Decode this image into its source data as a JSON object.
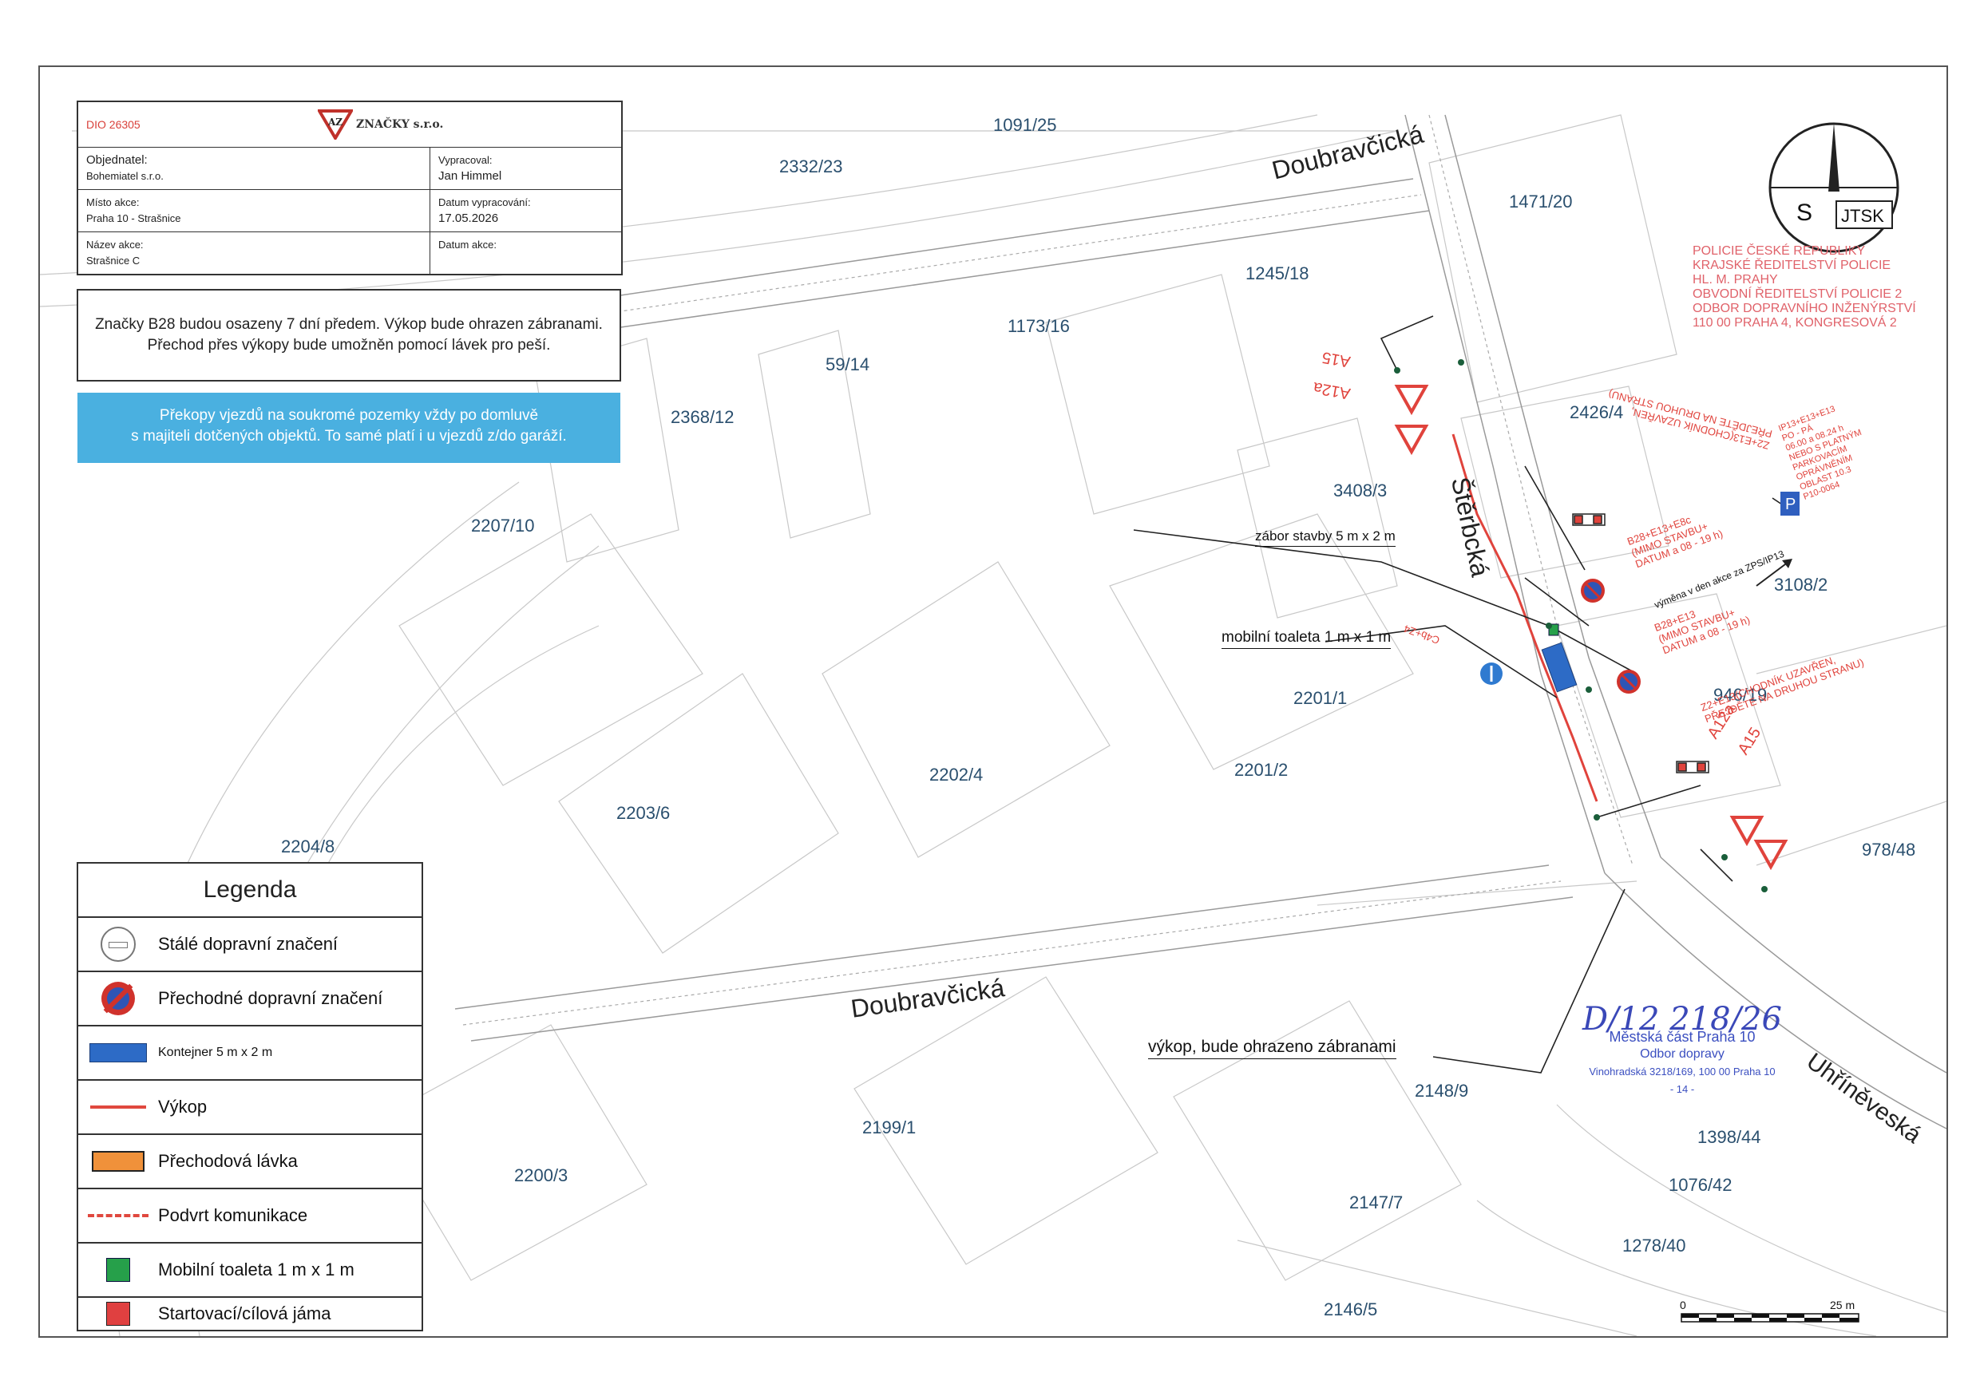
{
  "header": {
    "title": "DIO 26305",
    "logo_text": "ZNAČKY s.r.o.",
    "logo_mark": "AZ",
    "fields": [
      {
        "label": "Objednatel:",
        "value": "Bohemiatel s.r.o.",
        "label2": "Vypracoval:",
        "value2": "Jan Himmel"
      },
      {
        "label": "Místo akce:",
        "value": "Praha 10 - Strašnice",
        "label2": "Datum vypracování:",
        "value2": "17.05.2026"
      },
      {
        "label": "Název akce:",
        "value": "Strašnice C",
        "label2": "Datum akce:",
        "value2": ""
      }
    ]
  },
  "note": {
    "line1": "Značky B28 budou osazeny 7 dní předem. Výkop bude ohrazen zábranami.",
    "line2": "Přechod přes výkopy bude umožněn pomocí lávek pro peší."
  },
  "banner": {
    "line1": "Překopy vjezdů na soukromé pozemky vždy po domluvě",
    "line2": "s majiteli dotčených objektů. To samé platí i u vjezdů  z/do garáží."
  },
  "legend": {
    "title": "Legenda",
    "items": [
      {
        "label": "Stálé dopravní značení",
        "symbol": "permanent-sign-icon"
      },
      {
        "label": "Přechodné dopravní značení",
        "symbol": "temporary-sign-icon"
      },
      {
        "label": "Kontejner 5 m x 2 m",
        "symbol": "container-icon"
      },
      {
        "label": "Výkop",
        "symbol": "excavation-line-icon"
      },
      {
        "label": "Přechodová lávka",
        "symbol": "footbridge-icon"
      },
      {
        "label": "Podvrt komunikace",
        "symbol": "underdrill-line-icon"
      },
      {
        "label": "Mobilní toaleta 1 m x 1 m",
        "symbol": "toilet-icon"
      },
      {
        "label": "Startovací/cílová jáma",
        "symbol": "start-pit-icon"
      }
    ]
  },
  "compass": {
    "letter": "S",
    "system": "JTSK"
  },
  "streets": [
    "Doubravčická",
    "Doubravčická",
    "Štěrbcká",
    "Uhříněveská"
  ],
  "parcels": [
    "1091/25",
    "2332/23",
    "1471/20",
    "1245/18",
    "1173/16",
    "59/14",
    "2368/12",
    "2426/4",
    "3408/3",
    "2207/10",
    "3108/2",
    "946/19",
    "2201/1",
    "2201/2",
    "2202/4",
    "2203/6",
    "2204/8",
    "978/48",
    "2148/9",
    "2199/1",
    "2200/3",
    "2147/7",
    "1398/44",
    "1076/42",
    "1278/40",
    "2146/5"
  ],
  "callouts": {
    "zabor": "zábor stavby 5 m x 2 m",
    "toaleta": "mobilní toaleta 1 m x 1 m",
    "vykop": "výkop, bude ohrazeno zábranami"
  },
  "red_labels": {
    "a15_top": "A15",
    "a12a_top": "A12a",
    "z2_top_1": "Z2+E13(CHODNÍK UZAVŘEN,",
    "z2_top_2": "PŘEJDĚTE NA DRUHOU STRANU)",
    "b28_1_1": "B28+E13+E8c",
    "b28_1_2": "(MIMO STAVBU+",
    "b28_1_3": "DATUM a 08 - 19 h)",
    "vymena": "výměna v den akce za ZPS/IP13",
    "b28_2_1": "B28+E13",
    "b28_2_2": "(MIMO STAVBU+",
    "b28_2_3": "DATUM a 08 - 19 h)",
    "c4b": "C4b+Z4",
    "z2_bot_1": "Z2+E13(CHODNÍK UZAVŘEN,",
    "z2_bot_2": "PŘEJDĚTE NA DRUHOU STRANU)",
    "a12a_bot": "A12a",
    "a15_bot": "A15",
    "ip13_1": "IP13+E13+E13",
    "ip13_2": "PO - PÁ",
    "ip13_3": "06.00 a 08.24 h",
    "ip13_4": "NEBO S PLATNÝM",
    "ip13_5": "PARKOVACÍM",
    "ip13_6": "OPRÁVNĚNÍM",
    "ip13_7": "OBLAST 10.3",
    "ip13_8": "P10-0064"
  },
  "police_stamp": {
    "line1": "POLICIE ČESKÉ REPUBLIKY",
    "line2": "KRAJSKÉ ŘEDITELSTVÍ POLICIE",
    "line3": "HL. M. PRAHY",
    "line4": "OBVODNÍ ŘEDITELSTVÍ POLICIE 2",
    "line5": "ODBOR DOPRAVNÍHO INŽENÝRSTVÍ",
    "line6": "110 00 PRAHA 4, KONGRESOVÁ 2"
  },
  "city_stamp": {
    "signature": "D/12 218/26",
    "line1": "Městská část Praha 10",
    "line2": "Odbor dopravy",
    "line3": "Vinohradská 3218/169, 100 00 Praha 10",
    "line4": "- 14 -"
  },
  "scale": {
    "start": "0",
    "end": "25 m"
  },
  "colors": {
    "red": "#e0433c",
    "blue_banner": "#4ab0e0",
    "parcel_text": "#2a4f6e",
    "container": "#2d6bc6"
  }
}
